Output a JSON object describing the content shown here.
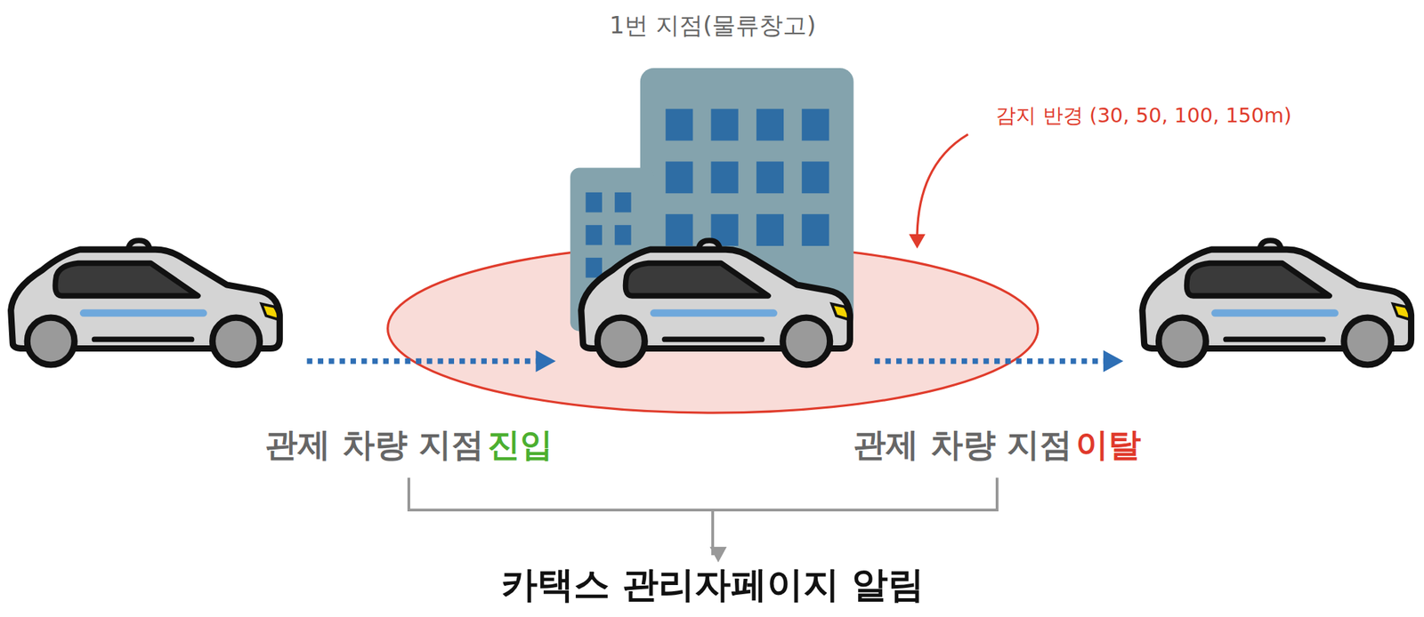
{
  "diagram": {
    "nodes": [
      {
        "text": [
          "관제 차량 지점",
          "진입"
        ]
      },
      {
        "text": [
          "관제 차량 지점",
          "이탈"
        ]
      },
      {
        "text": [
          "카택스 관리자페이지 알림"
        ]
      }
    ],
    "edges": [
      {
        "from": 0,
        "to": 2,
        "arrow": "to"
      },
      {
        "from": 1,
        "to": 2,
        "arrow": "to"
      }
    ],
    "labels": [
      "1번 지점(물류창고)",
      "감지 반경 (30, 50, 100, 150m)"
    ]
  }
}
